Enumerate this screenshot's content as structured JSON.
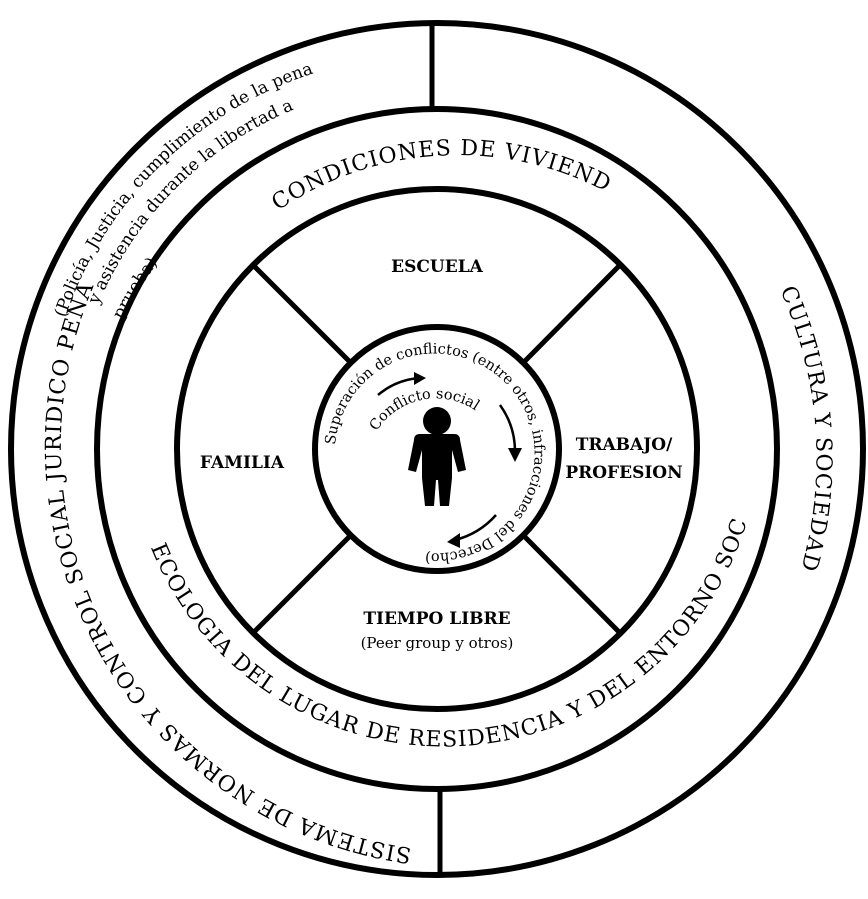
{
  "outer_ring": {
    "legal_system_label": "SISTEMA DE NORMAS Y CONTROL SOCIAL JURIDICO PENAL",
    "legal_note_line1": "(Policía, Justicia, cumplimiento de la pena",
    "legal_note_line2": "y asistencia durante la libertad a",
    "legal_note_line3": "prueba)",
    "culture_label": "CULTURA Y SOCIEDAD"
  },
  "middle_ring": {
    "housing_label": "CONDICIONES DE VIVIENDA",
    "ecology_label": "ECOLOGIA DEL LUGAR DE RESIDENCIA Y DEL ENTORNO SOCIAL"
  },
  "sectors": {
    "school": "ESCUELA",
    "family": "FAMILIA",
    "work_line1": "TRABAJO/",
    "work_line2": "PROFESION",
    "leisure_line1": "TIEMPO LIBRE",
    "leisure_line2": "(Peer group y otros)"
  },
  "center": {
    "conflict_label": "Conflicto social",
    "resolution_text": "Superación de conflictos (entre otros, infracciones del Derecho)",
    "person_icon": "person-icon"
  },
  "colors": {
    "ink": "#000000",
    "background": "#ffffff"
  }
}
